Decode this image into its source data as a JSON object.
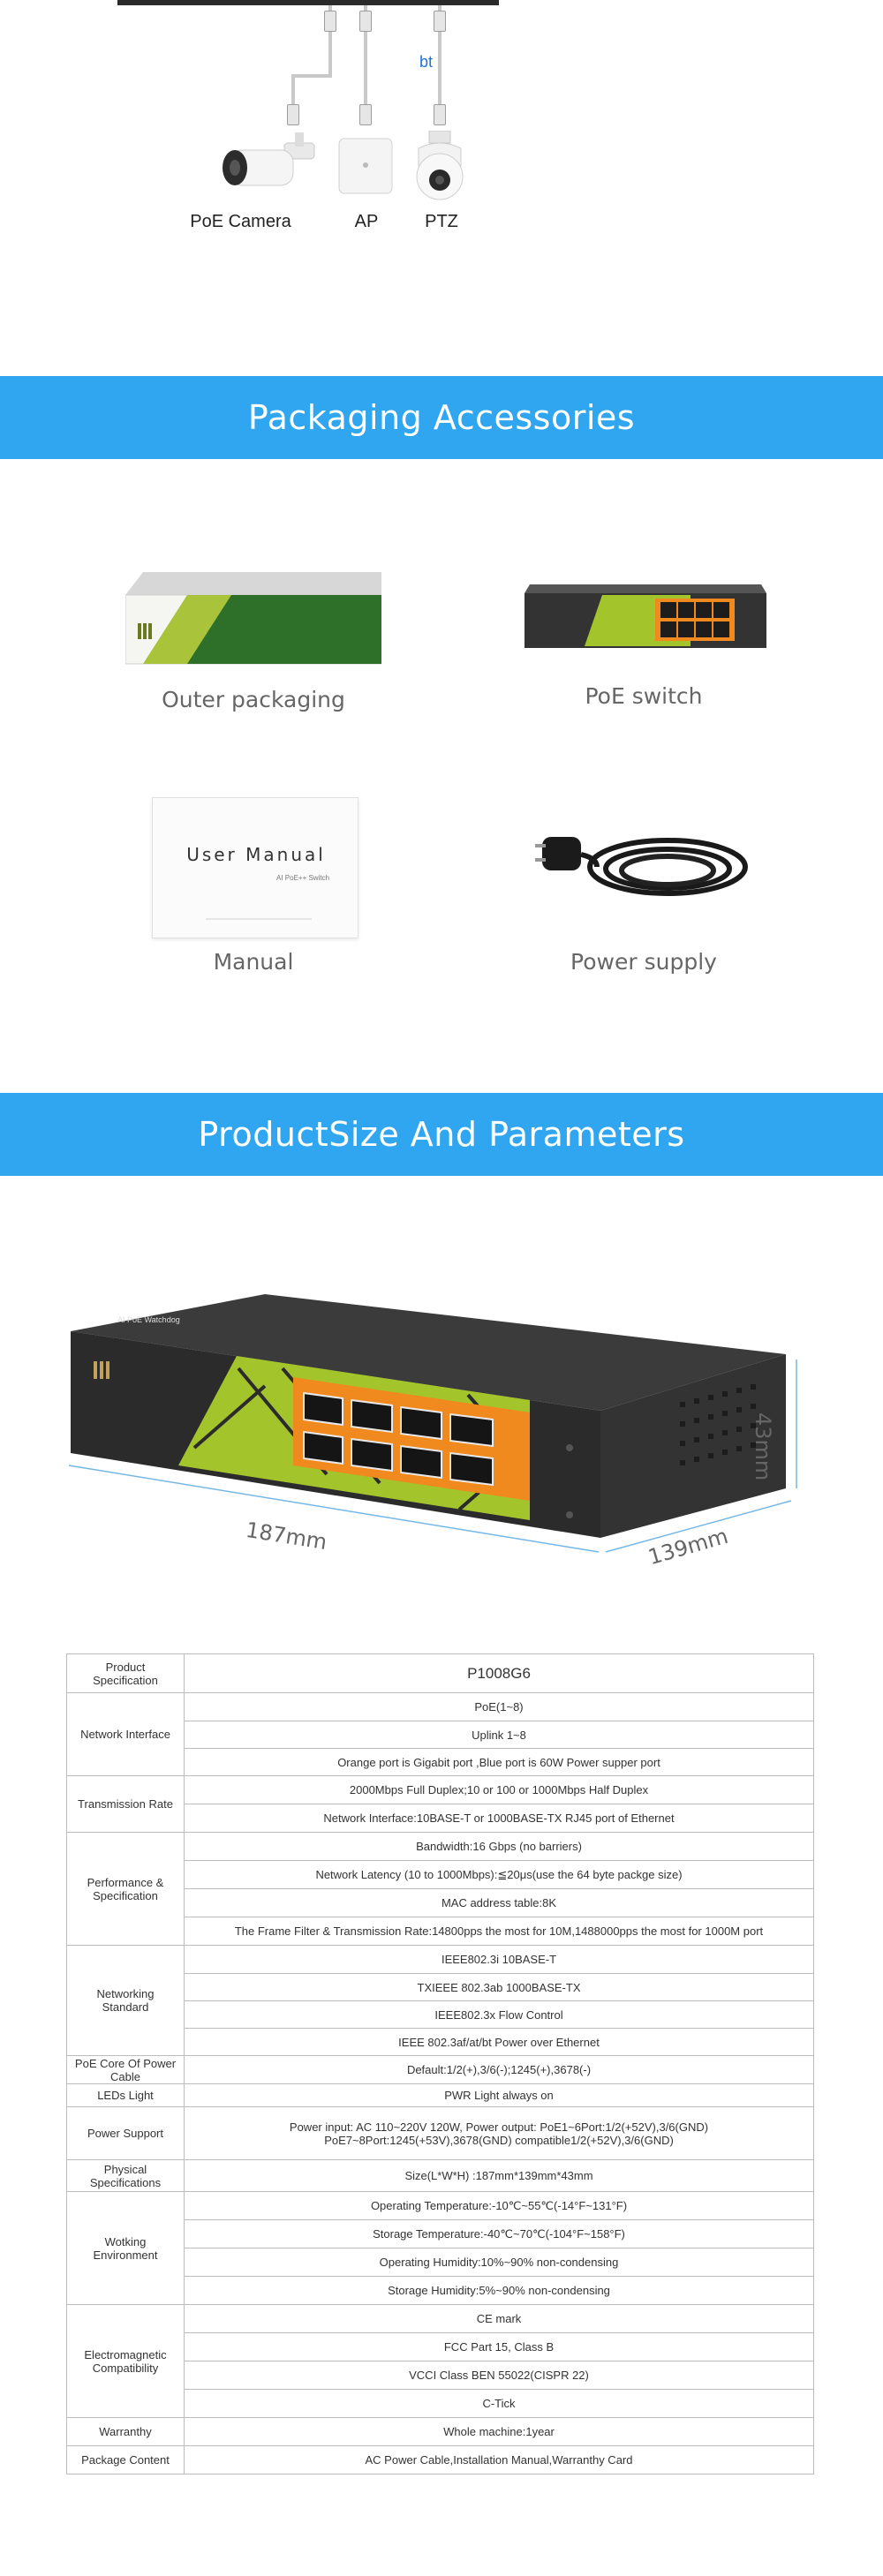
{
  "diagram": {
    "devices": [
      {
        "name": "PoE Camera",
        "icon": "bullet-camera-icon"
      },
      {
        "name": "AP",
        "icon": "access-point-icon"
      },
      {
        "name": "PTZ",
        "icon": "ptz-camera-icon"
      }
    ],
    "standard_label": "bt"
  },
  "packaging": {
    "title": "Packaging Accessories",
    "items": [
      {
        "caption": "Outer packaging",
        "icon": "box-icon"
      },
      {
        "caption": "PoE switch",
        "icon": "switch-icon"
      },
      {
        "caption": "Manual",
        "icon": "manual-icon",
        "cover_title": "User Manual",
        "cover_subtitle": "AI PoE++ Switch"
      },
      {
        "caption": "Power supply",
        "icon": "power-cord-icon"
      }
    ]
  },
  "product": {
    "title": "ProductSize And Parameters",
    "front_text": "AI PoE Watchdog",
    "dimensions": {
      "length": "187mm",
      "width": "139mm",
      "height": "43mm"
    }
  },
  "spec": {
    "rows": [
      {
        "label": "Product Specification",
        "values": [
          "P1008G6"
        ]
      },
      {
        "label": "Network Interface",
        "values": [
          "PoE(1~8)",
          "Uplink 1~8",
          "Orange port is Gigabit port ,Blue port is 60W Power supper port"
        ]
      },
      {
        "label": "Transmission Rate",
        "values": [
          "2000Mbps Full Duplex;10 or 100 or 1000Mbps Half Duplex",
          "Network Interface:10BASE-T or 1000BASE-TX RJ45 port of Ethernet"
        ]
      },
      {
        "label": "Performance & Specification",
        "values": [
          "Bandwidth:16 Gbps (no barriers)",
          "Network Latency (10 to 1000Mbps):≦20μs(use the 64 byte packge size)",
          "MAC address table:8K",
          "The Frame Filter & Transmission Rate:14800pps the most for 10M,1488000pps the most for 1000M port"
        ]
      },
      {
        "label": "Networking Standard",
        "values": [
          "IEEE802.3i 10BASE-T",
          "TXIEEE 802.3ab 1000BASE-TX",
          "IEEE802.3x Flow Control",
          "IEEE 802.3af/at/bt Power over Ethernet"
        ]
      },
      {
        "label": "PoE Core Of Power Cable",
        "values": [
          "Default:1/2(+),3/6(-);1245(+),3678(-)"
        ]
      },
      {
        "label": "LEDs Light",
        "values": [
          "PWR Light always on"
        ]
      },
      {
        "label": "Power Support",
        "values": [
          "Power input: AC 110~220V 120W, Power output: PoE1~6Port:1/2(+52V),3/6(GND)\nPoE7~8Port:1245(+53V),3678(GND) compatible1/2(+52V),3/6(GND)"
        ]
      },
      {
        "label": "Physical Specifications",
        "values": [
          "Size(L*W*H) :187mm*139mm*43mm"
        ]
      },
      {
        "label": "Wotking Environment",
        "values": [
          "Operating Temperature:-10℃~55℃(-14°F~131°F)",
          "Storage Temperature:-40℃~70℃(-104°F~158°F)",
          "Operating Humidity:10%~90% non-condensing",
          "Storage Humidity:5%~90% non-condensing"
        ]
      },
      {
        "label": "Electromagnetic Compatibility",
        "values": [
          "CE mark",
          "FCC Part 15, Class B",
          "VCCI Class BEN 55022(CISPR 22)",
          "C-Tick"
        ]
      },
      {
        "label": "Warranthy",
        "values": [
          "Whole machine:1year"
        ]
      },
      {
        "label": "Package Content",
        "values": [
          "AC Power Cable,Installation Manual,Warranthy Card"
        ]
      }
    ]
  },
  "colors": {
    "banner": "#2fa6ef",
    "switch_body": "#3a3a3a",
    "port_orange": "#f08a1e",
    "panel_green": "#a4c42c"
  }
}
